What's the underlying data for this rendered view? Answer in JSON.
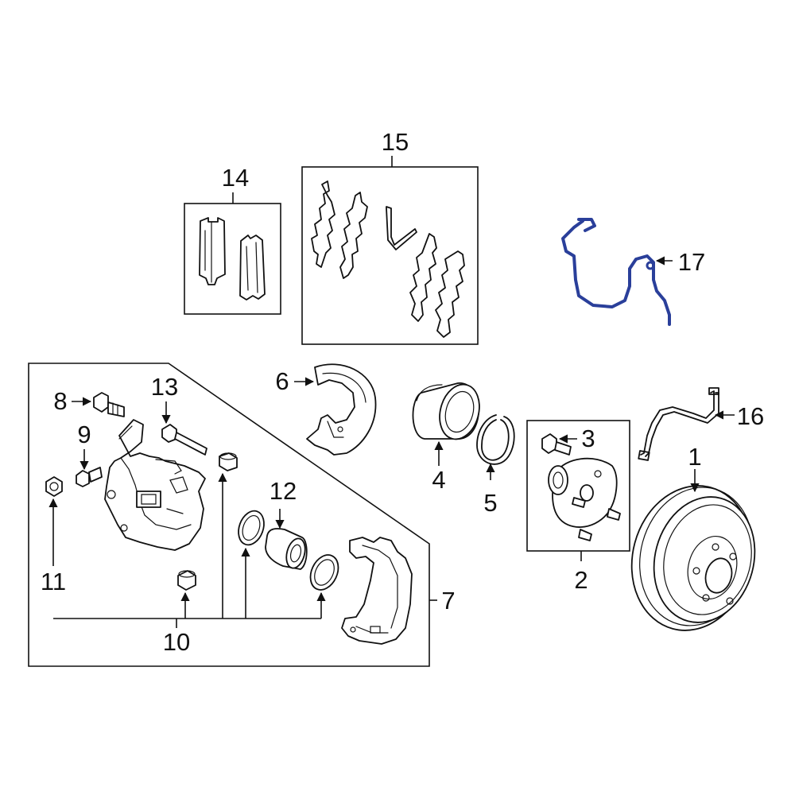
{
  "colors": {
    "highlight": "#2a3f9a",
    "ink": "#111111",
    "background": "#ffffff"
  },
  "callouts": {
    "c1": "1",
    "c2": "2",
    "c3": "3",
    "c4": "4",
    "c5": "5",
    "c6": "6",
    "c7": "7",
    "c8": "8",
    "c9": "9",
    "c10": "10",
    "c11": "11",
    "c12": "12",
    "c13": "13",
    "c14": "14",
    "c15": "15",
    "c16": "16",
    "c17": "17"
  },
  "highlighted_part": "17"
}
